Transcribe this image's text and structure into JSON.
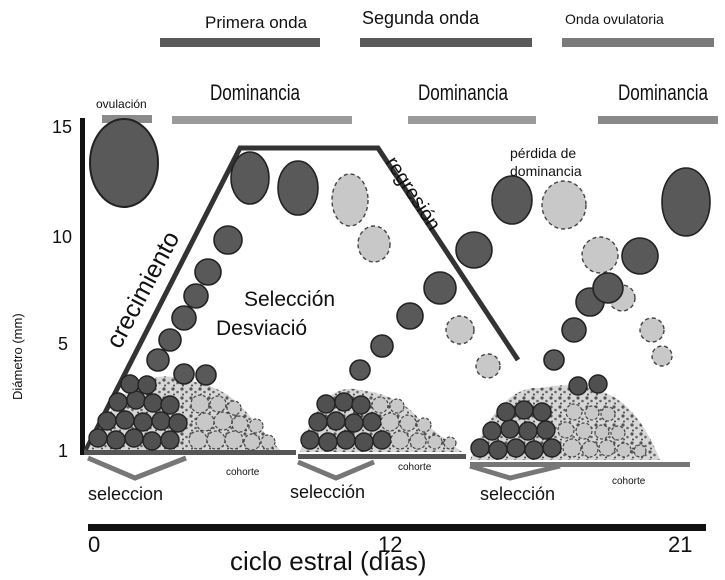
{
  "waves": {
    "first": "Primera onda",
    "second": "Segunda onda",
    "ovulatory": "Onda ovulatoria"
  },
  "dominance": [
    "Dominancia",
    "Dominancia",
    "Dominancia"
  ],
  "labels": {
    "ovulation": "ovulación",
    "growth": "crecimiento",
    "regression": "regresión",
    "loss_dominance_1": "pérdida de",
    "loss_dominance_2": "dominancia",
    "selection": "Selección",
    "deviation": "Desviació",
    "selection_1": "seleccion",
    "selection_2": "selección",
    "selection_3": "selección",
    "cohort": "cohorte"
  },
  "y_axis": {
    "label": "Diámetro (mm)",
    "ticks": [
      "15",
      "10",
      "5",
      "1"
    ]
  },
  "x_axis": {
    "label": "ciclo estral (días)",
    "ticks": [
      "0",
      "12",
      "21"
    ]
  },
  "colors": {
    "dominant": "#595959",
    "subordinate": "#c8c8c8",
    "cohort_dark": "#505050",
    "bar": "#5a5a5a",
    "pale_bar": "#9a9a9a"
  }
}
